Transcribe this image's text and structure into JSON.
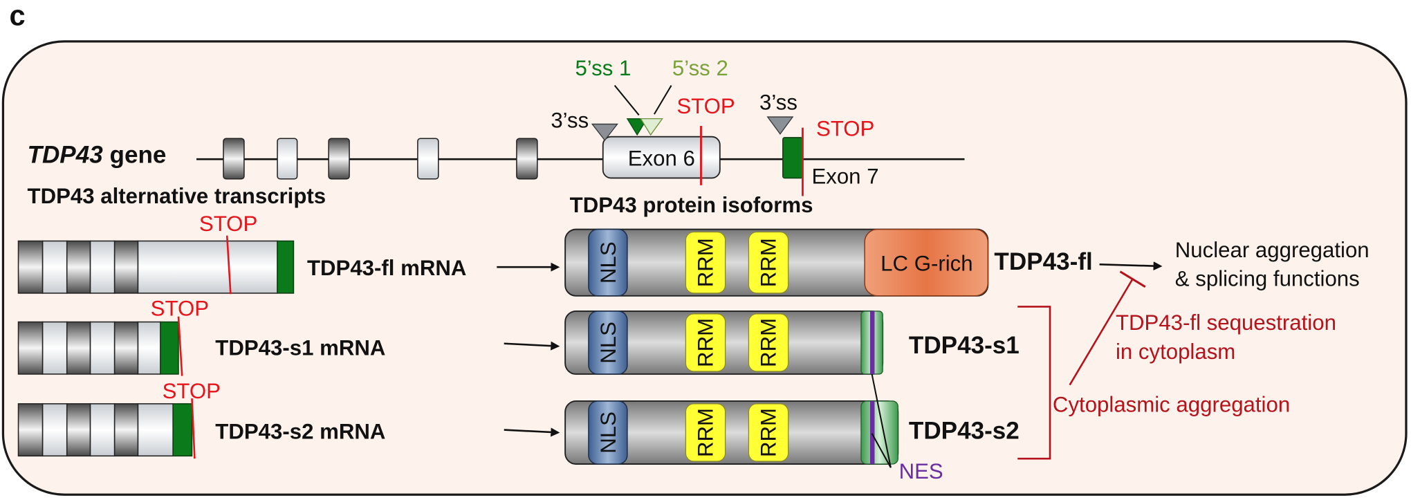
{
  "panel_letter": "c",
  "gene": {
    "name": "TDP43",
    "suffix": " gene"
  },
  "splice_labels": {
    "ss5_1": "5’ss 1",
    "ss5_2": "5’ss 2",
    "ss3_a": "3’ss",
    "ss3_b": "3’ss",
    "stop_exon6": "STOP",
    "stop_exon7": "STOP"
  },
  "exons": {
    "exon6": "Exon 6",
    "exon7": "Exon 7"
  },
  "headings": {
    "transcripts": "TDP43 alternative transcripts",
    "isoforms": "TDP43 protein isoforms"
  },
  "transcripts": [
    {
      "name": "TDP43-fl mRNA",
      "stop": "STOP"
    },
    {
      "name": "TDP43-s1 mRNA",
      "stop": "STOP"
    },
    {
      "name": "TDP43-s2 mRNA",
      "stop": "STOP"
    }
  ],
  "domains": {
    "nls": "NLS",
    "rrm1": "RRM",
    "rrm2": "RRM",
    "lc": "LC G-rich",
    "nes": "NES"
  },
  "isoforms": [
    "TDP43-fl",
    "TDP43-s1",
    "TDP43-s2"
  ],
  "outcomes": {
    "nuclear_line1": "Nuclear aggregation",
    "nuclear_line2": "& splicing functions",
    "seq_line1": "TDP43-fl sequestration",
    "seq_line2": "in cytoplasm",
    "cyto": "Cytoplasmic aggregation"
  },
  "colors": {
    "background_panel": "#fdf3ec",
    "stop": "#e8141b",
    "ss5_1": "#0a7a1a",
    "ss5_2": "#7aa33c",
    "nls": "#3a5c8f",
    "rrm": "#ffff33",
    "lc": "#e0784a",
    "nes": "#6a2ea0",
    "outcome_red": "#b5121b",
    "exon_green": "#0a7a1a"
  }
}
